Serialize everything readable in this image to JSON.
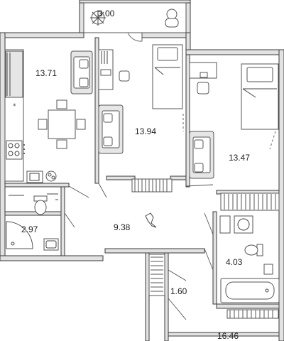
{
  "rooms": [
    {
      "id": "balcony",
      "area": "3.00"
    },
    {
      "id": "kitchen-living",
      "area": "13.71"
    },
    {
      "id": "bedroom-1",
      "area": "13.94"
    },
    {
      "id": "bedroom-2",
      "area": "13.47"
    },
    {
      "id": "bathroom-small",
      "area": "2.97"
    },
    {
      "id": "hallway",
      "area": "9.38"
    },
    {
      "id": "bathroom-large",
      "area": "4.03"
    },
    {
      "id": "storage",
      "area": "1.60"
    },
    {
      "id": "room-partial",
      "area": "16.46"
    }
  ],
  "colors": {
    "wall_fill": "#e2e2e2",
    "wall_stroke": "#3a3a3a",
    "furniture": "#555555"
  },
  "icons": [
    "plant-icon",
    "armchair-icon",
    "sofa-icon",
    "bed-icon",
    "desk-icon",
    "dining-table-icon",
    "toilet-icon",
    "sink-icon",
    "bathtub-icon",
    "washing-machine-icon",
    "shower-icon",
    "stove-icon",
    "dog-icon"
  ]
}
